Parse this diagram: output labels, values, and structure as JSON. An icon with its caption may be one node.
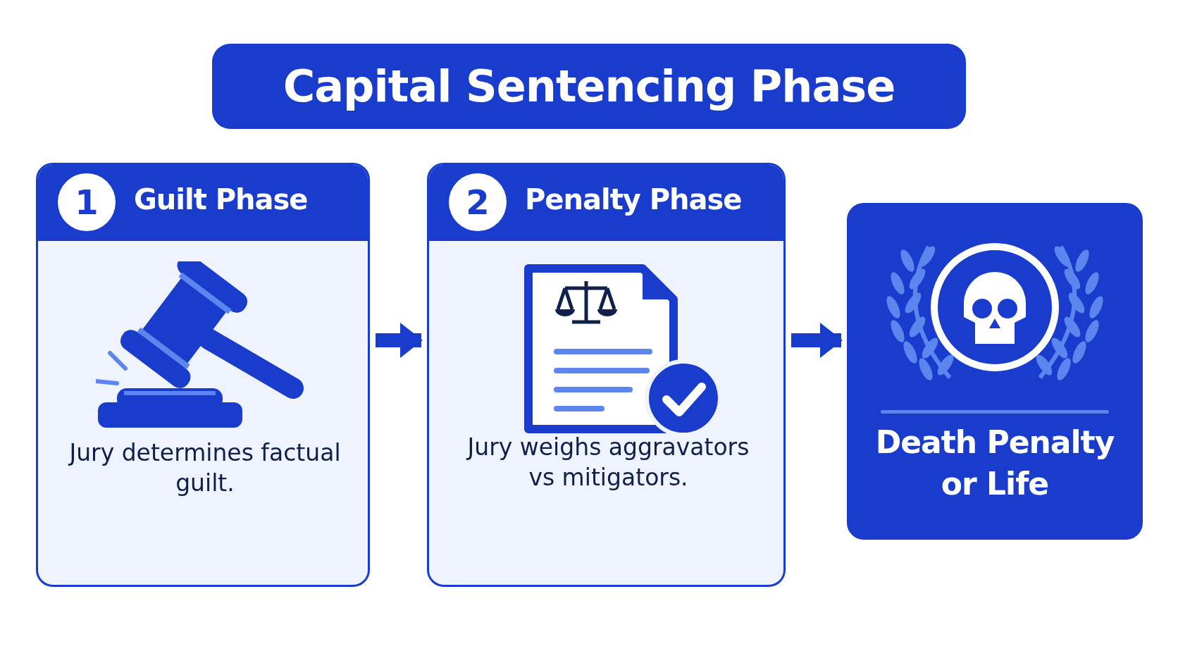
{
  "diagram": {
    "title": "Capital Sentencing Phase",
    "nodes": [
      {
        "text": [
          "1",
          "Guilt Phase",
          "Jury determines factual guilt."
        ]
      },
      {
        "text": [
          "2",
          "Penalty Phase",
          "Jury weighs aggravators vs mitigators."
        ]
      },
      {
        "text": [
          "Death Penalty or Life"
        ]
      }
    ],
    "edges": [
      {
        "from": 0,
        "to": 1,
        "arrow": "to"
      },
      {
        "from": 1,
        "to": 2,
        "arrow": "to"
      }
    ]
  }
}
